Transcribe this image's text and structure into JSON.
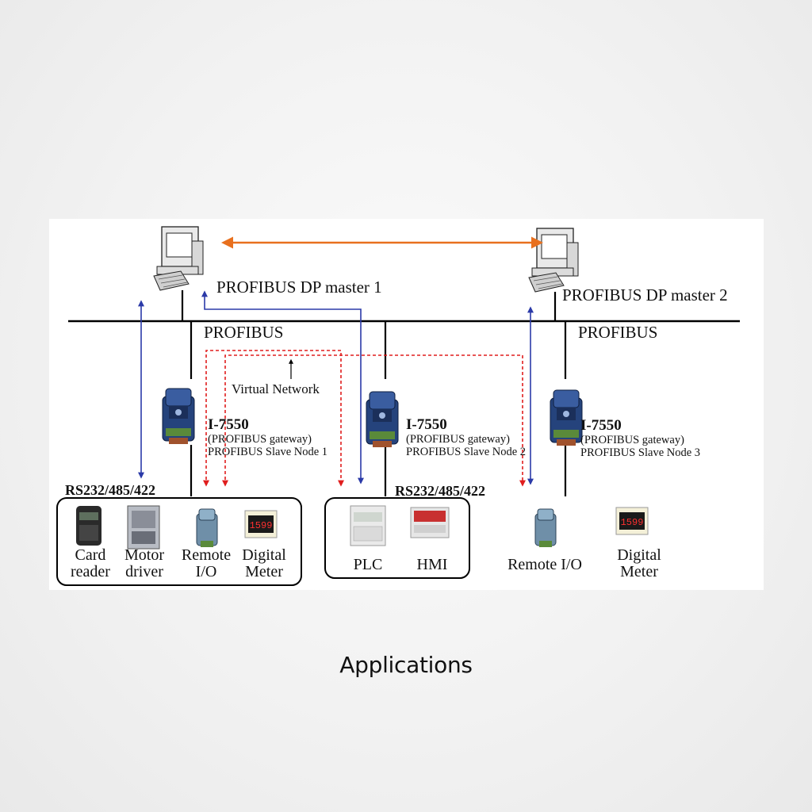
{
  "diagram": {
    "masters": [
      {
        "label": "PROFIBUS DP master 1"
      },
      {
        "label": "PROFIBUS DP master 2"
      }
    ],
    "bus_labels": [
      "PROFIBUS",
      "PROFIBUS"
    ],
    "virtual_network": "Virtual Network",
    "gateways": [
      {
        "model": "I-7550",
        "desc": "(PROFIBUS gateway)",
        "node": "PROFIBUS Slave Node 1"
      },
      {
        "model": "I-7550",
        "desc": "(PROFIBUS gateway)",
        "node": "PROFIBUS Slave Node 2"
      },
      {
        "model": "I-7550",
        "desc": "(PROFIBUS gateway)",
        "node": "PROFIBUS Slave Node 3"
      }
    ],
    "serial_labels": [
      "RS232/485/422",
      "RS232/485/422"
    ],
    "group1": [
      {
        "line1": "Card",
        "line2": "reader",
        "icon": "card-reader-icon"
      },
      {
        "line1": "Motor",
        "line2": "driver",
        "icon": "motor-driver-icon"
      },
      {
        "line1": "Remote",
        "line2": "I/O",
        "icon": "remote-io-icon"
      },
      {
        "line1": "Digital",
        "line2": "Meter",
        "icon": "digital-meter-icon"
      }
    ],
    "group2": [
      {
        "label": "PLC",
        "icon": "plc-icon"
      },
      {
        "label": "HMI",
        "icon": "hmi-icon"
      }
    ],
    "group3": [
      {
        "line1": "Remote I/O",
        "icon": "remote-io-icon"
      },
      {
        "line1": "Digital",
        "line2": "Meter",
        "icon": "digital-meter-icon"
      }
    ],
    "colors": {
      "bus": "#000000",
      "orange_link": "#e8701e",
      "blue_link": "#2b3aa8",
      "red_virtual": "#e01e1e",
      "device_blue": "#25437c"
    }
  },
  "caption": "Applications"
}
